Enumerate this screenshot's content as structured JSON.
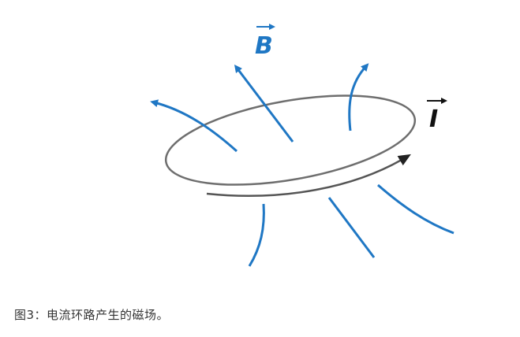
{
  "figure": {
    "labels": {
      "field": "B",
      "current": "I"
    },
    "colors": {
      "field_lines": "#1f77c4",
      "loop": "#6e6e6e",
      "current_arrow": "#222222",
      "caption_text": "#333333"
    }
  },
  "caption": {
    "text": "图3：电流环路产生的磁场。"
  }
}
